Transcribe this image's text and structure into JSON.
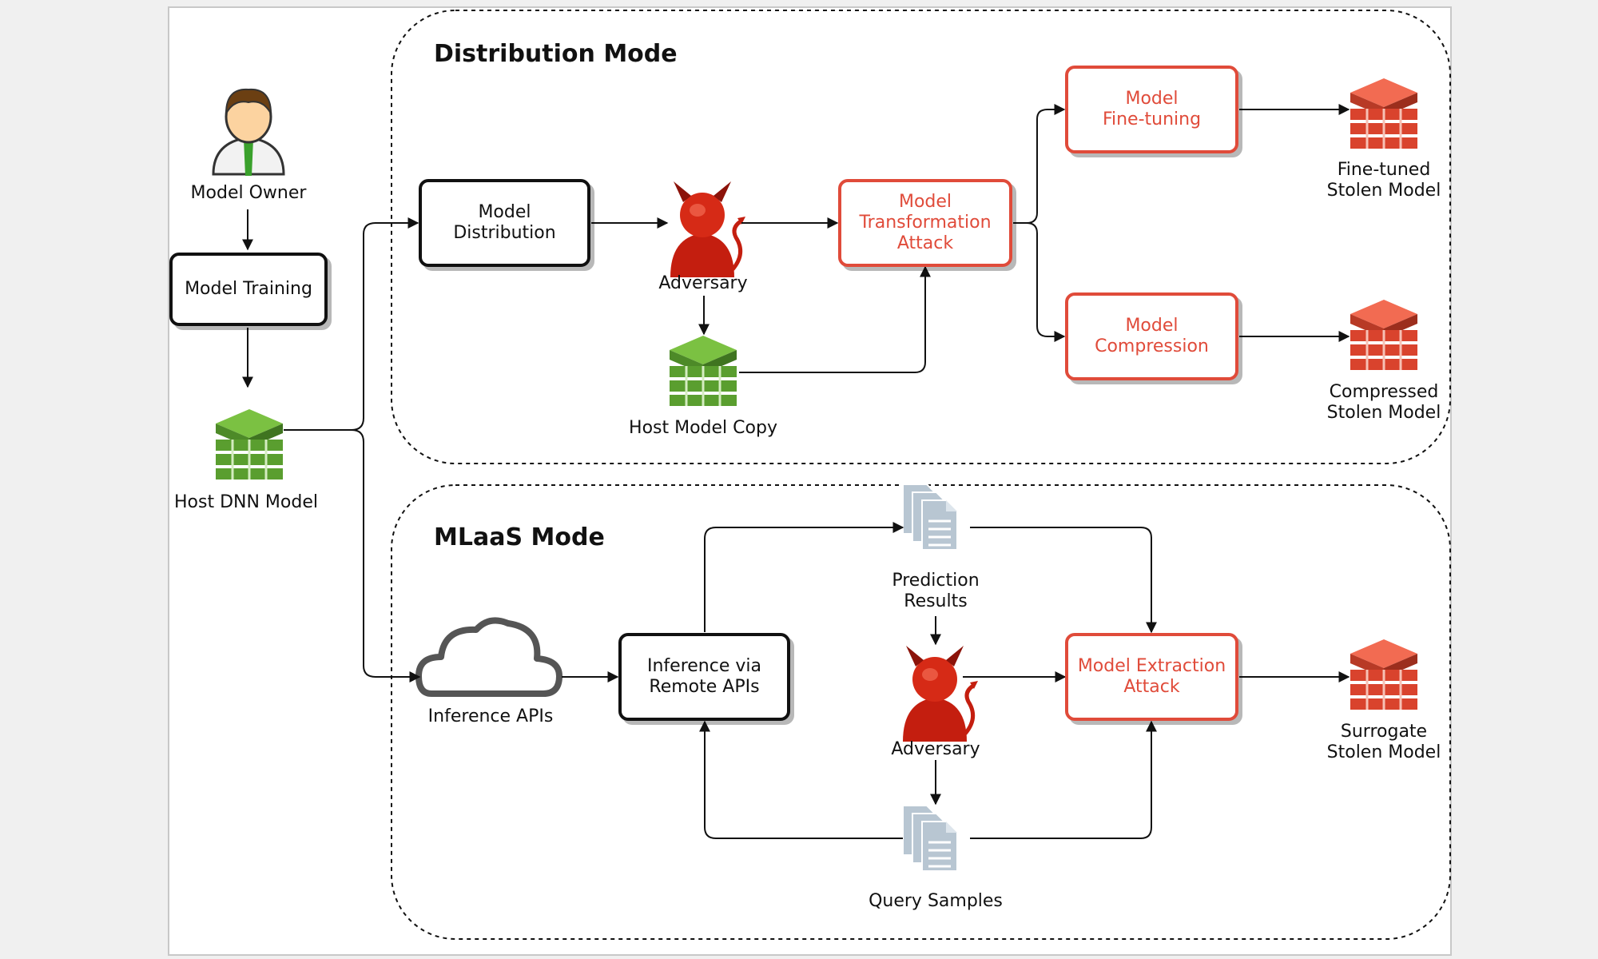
{
  "colors": {
    "accent_red": "#e04b3a",
    "green": "#5a9e2f",
    "doc": "#b8c6d2"
  },
  "sections": {
    "distribution": {
      "title": "Distribution Mode"
    },
    "mlaas": {
      "title": "MLaaS Mode"
    }
  },
  "left": {
    "owner": "Model Owner",
    "training": "Model Training",
    "host_model": "Host DNN Model"
  },
  "distribution": {
    "model_distribution": "Model\nDistribution",
    "adversary": "Adversary",
    "host_copy": "Host Model Copy",
    "transformation": "Model\nTransformation\nAttack",
    "fine_tuning": "Model\nFine-tuning",
    "compression": "Model\nCompression",
    "fine_tuned_stolen": "Fine-tuned\nStolen Model",
    "compressed_stolen": "Compressed\nStolen Model"
  },
  "mlaas": {
    "inference_apis": "Inference APIs",
    "inference_remote": "Inference via\nRemote APIs",
    "prediction_results": "Prediction\nResults",
    "adversary": "Adversary",
    "query_samples": "Query Samples",
    "extraction": "Model Extraction\nAttack",
    "surrogate_stolen": "Surrogate\nStolen Model"
  },
  "icons": {
    "owner": "person-icon",
    "host_model": "green-model-stack-icon",
    "adversary": "devil-icon",
    "stolen": "red-model-stack-icon",
    "cloud": "cloud-icon",
    "doc": "document-stack-icon"
  }
}
